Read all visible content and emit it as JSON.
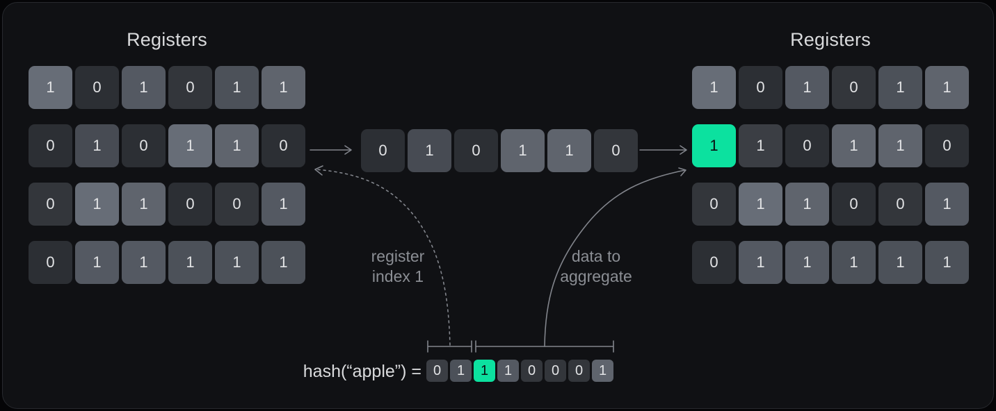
{
  "left_registers": {
    "title": "Registers",
    "rows": [
      [
        {
          "v": "1",
          "tone": "t7"
        },
        {
          "v": "0",
          "tone": "t0"
        },
        {
          "v": "1",
          "tone": "t5"
        },
        {
          "v": "0",
          "tone": "t1"
        },
        {
          "v": "1",
          "tone": "t4"
        },
        {
          "v": "1",
          "tone": "t6"
        }
      ],
      [
        {
          "v": "0",
          "tone": "t0"
        },
        {
          "v": "1",
          "tone": "t3"
        },
        {
          "v": "0",
          "tone": "t0"
        },
        {
          "v": "1",
          "tone": "t7"
        },
        {
          "v": "1",
          "tone": "t6"
        },
        {
          "v": "0",
          "tone": "t0"
        }
      ],
      [
        {
          "v": "0",
          "tone": "t1"
        },
        {
          "v": "1",
          "tone": "t7"
        },
        {
          "v": "1",
          "tone": "t6"
        },
        {
          "v": "0",
          "tone": "t0"
        },
        {
          "v": "0",
          "tone": "t1"
        },
        {
          "v": "1",
          "tone": "t5"
        }
      ],
      [
        {
          "v": "0",
          "tone": "t0"
        },
        {
          "v": "1",
          "tone": "t5"
        },
        {
          "v": "1",
          "tone": "t5"
        },
        {
          "v": "1",
          "tone": "t4"
        },
        {
          "v": "1",
          "tone": "t4"
        },
        {
          "v": "1",
          "tone": "t4"
        }
      ]
    ]
  },
  "middle_row": {
    "cells": [
      {
        "v": "0",
        "tone": "t0"
      },
      {
        "v": "1",
        "tone": "t3"
      },
      {
        "v": "0",
        "tone": "t0"
      },
      {
        "v": "1",
        "tone": "t6"
      },
      {
        "v": "1",
        "tone": "t6"
      },
      {
        "v": "0",
        "tone": "t1"
      }
    ]
  },
  "right_registers": {
    "title": "Registers",
    "rows": [
      [
        {
          "v": "1",
          "tone": "t7"
        },
        {
          "v": "0",
          "tone": "t0"
        },
        {
          "v": "1",
          "tone": "t5"
        },
        {
          "v": "0",
          "tone": "t1"
        },
        {
          "v": "1",
          "tone": "t4"
        },
        {
          "v": "1",
          "tone": "t6"
        }
      ],
      [
        {
          "v": "1",
          "tone": "green"
        },
        {
          "v": "1",
          "tone": "t2"
        },
        {
          "v": "0",
          "tone": "t0"
        },
        {
          "v": "1",
          "tone": "t6"
        },
        {
          "v": "1",
          "tone": "t6"
        },
        {
          "v": "0",
          "tone": "t0"
        }
      ],
      [
        {
          "v": "0",
          "tone": "t1"
        },
        {
          "v": "1",
          "tone": "t7"
        },
        {
          "v": "1",
          "tone": "t6"
        },
        {
          "v": "0",
          "tone": "t0"
        },
        {
          "v": "0",
          "tone": "t1"
        },
        {
          "v": "1",
          "tone": "t5"
        }
      ],
      [
        {
          "v": "0",
          "tone": "t0"
        },
        {
          "v": "1",
          "tone": "t5"
        },
        {
          "v": "1",
          "tone": "t5"
        },
        {
          "v": "1",
          "tone": "t4"
        },
        {
          "v": "1",
          "tone": "t4"
        },
        {
          "v": "1",
          "tone": "t4"
        }
      ]
    ]
  },
  "annotations": {
    "register_index_line1": "register",
    "register_index_line2": "index 1",
    "aggregate_line1": "data to",
    "aggregate_line2": "aggregate"
  },
  "hash": {
    "label": "hash(“apple”) =",
    "bits": [
      {
        "v": "0",
        "tone": "t2"
      },
      {
        "v": "1",
        "tone": "t4"
      },
      {
        "v": "1",
        "tone": "green"
      },
      {
        "v": "1",
        "tone": "t5"
      },
      {
        "v": "0",
        "tone": "t1"
      },
      {
        "v": "0",
        "tone": "t1"
      },
      {
        "v": "0",
        "tone": "t1"
      },
      {
        "v": "1",
        "tone": "t6"
      }
    ]
  },
  "palette": {
    "page_bg": "#050507",
    "card_bg": "#101114",
    "card_border": "#27292e",
    "title_text": "#d9dadc",
    "cell_text": "#e2e3e5",
    "green": "#0ce19f",
    "green_text": "#0b0d10",
    "arrow": "#82858c",
    "label_text": "#8b8e94",
    "tones": {
      "t0": "#2c2f34",
      "t1": "#33363b",
      "t2": "#3b3e44",
      "t3": "#474b53",
      "t4": "#4c5159",
      "t5": "#545962",
      "t6": "#5f646d",
      "t7": "#676d77"
    }
  }
}
